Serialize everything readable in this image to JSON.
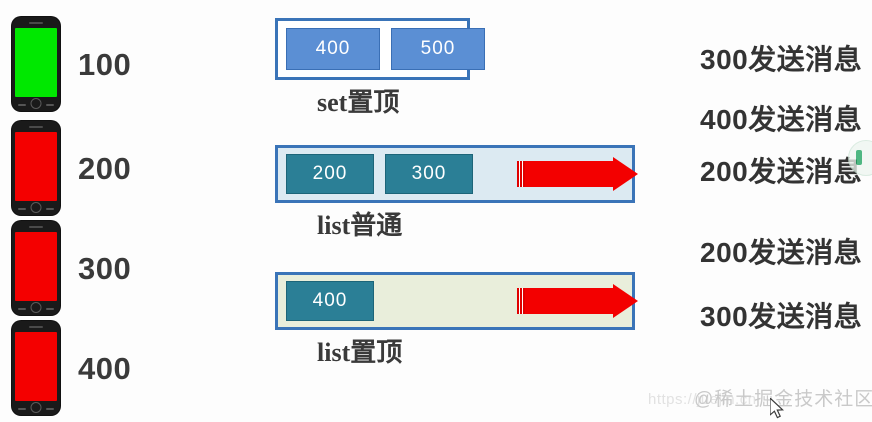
{
  "left_column": {
    "name": "phone-list",
    "items": [
      {
        "label": "100",
        "screen_color": "#00e800",
        "status": "online"
      },
      {
        "label": "200",
        "screen_color": "#f40000",
        "status": "offline"
      },
      {
        "label": "300",
        "screen_color": "#f40000",
        "status": "offline"
      },
      {
        "label": "400",
        "screen_color": "#f40000",
        "status": "offline"
      }
    ]
  },
  "diagram": {
    "groups": [
      {
        "key": "set-top",
        "caption": "set置顶",
        "kind": "set",
        "chips": [
          "400",
          "500"
        ],
        "has_arrow": false,
        "box_background": "#ffffff",
        "chip_color": "#5b8fd4",
        "border_color": "#3a74b8"
      },
      {
        "key": "list-normal",
        "caption": "list普通",
        "kind": "list",
        "chips": [
          "200",
          "300"
        ],
        "has_arrow": true,
        "box_background": "#dceaf2",
        "chip_color": "#2b7f96",
        "border_color": "#3a74b8"
      },
      {
        "key": "list-top",
        "caption": "list置顶",
        "kind": "list",
        "chips": [
          "400"
        ],
        "has_arrow": true,
        "box_background": "#e9eedb",
        "chip_color": "#2b7f96",
        "border_color": "#3a74b8"
      }
    ],
    "arrow_color": "#f30000"
  },
  "messages": {
    "name": "send-message-log",
    "items": [
      "300发送消息",
      "400发送消息",
      "200发送消息",
      "200发送消息",
      "300发送消息"
    ]
  },
  "watermark": {
    "text": "@稀土掘金技术社区",
    "url_ghost": "https://juejin.cn"
  }
}
